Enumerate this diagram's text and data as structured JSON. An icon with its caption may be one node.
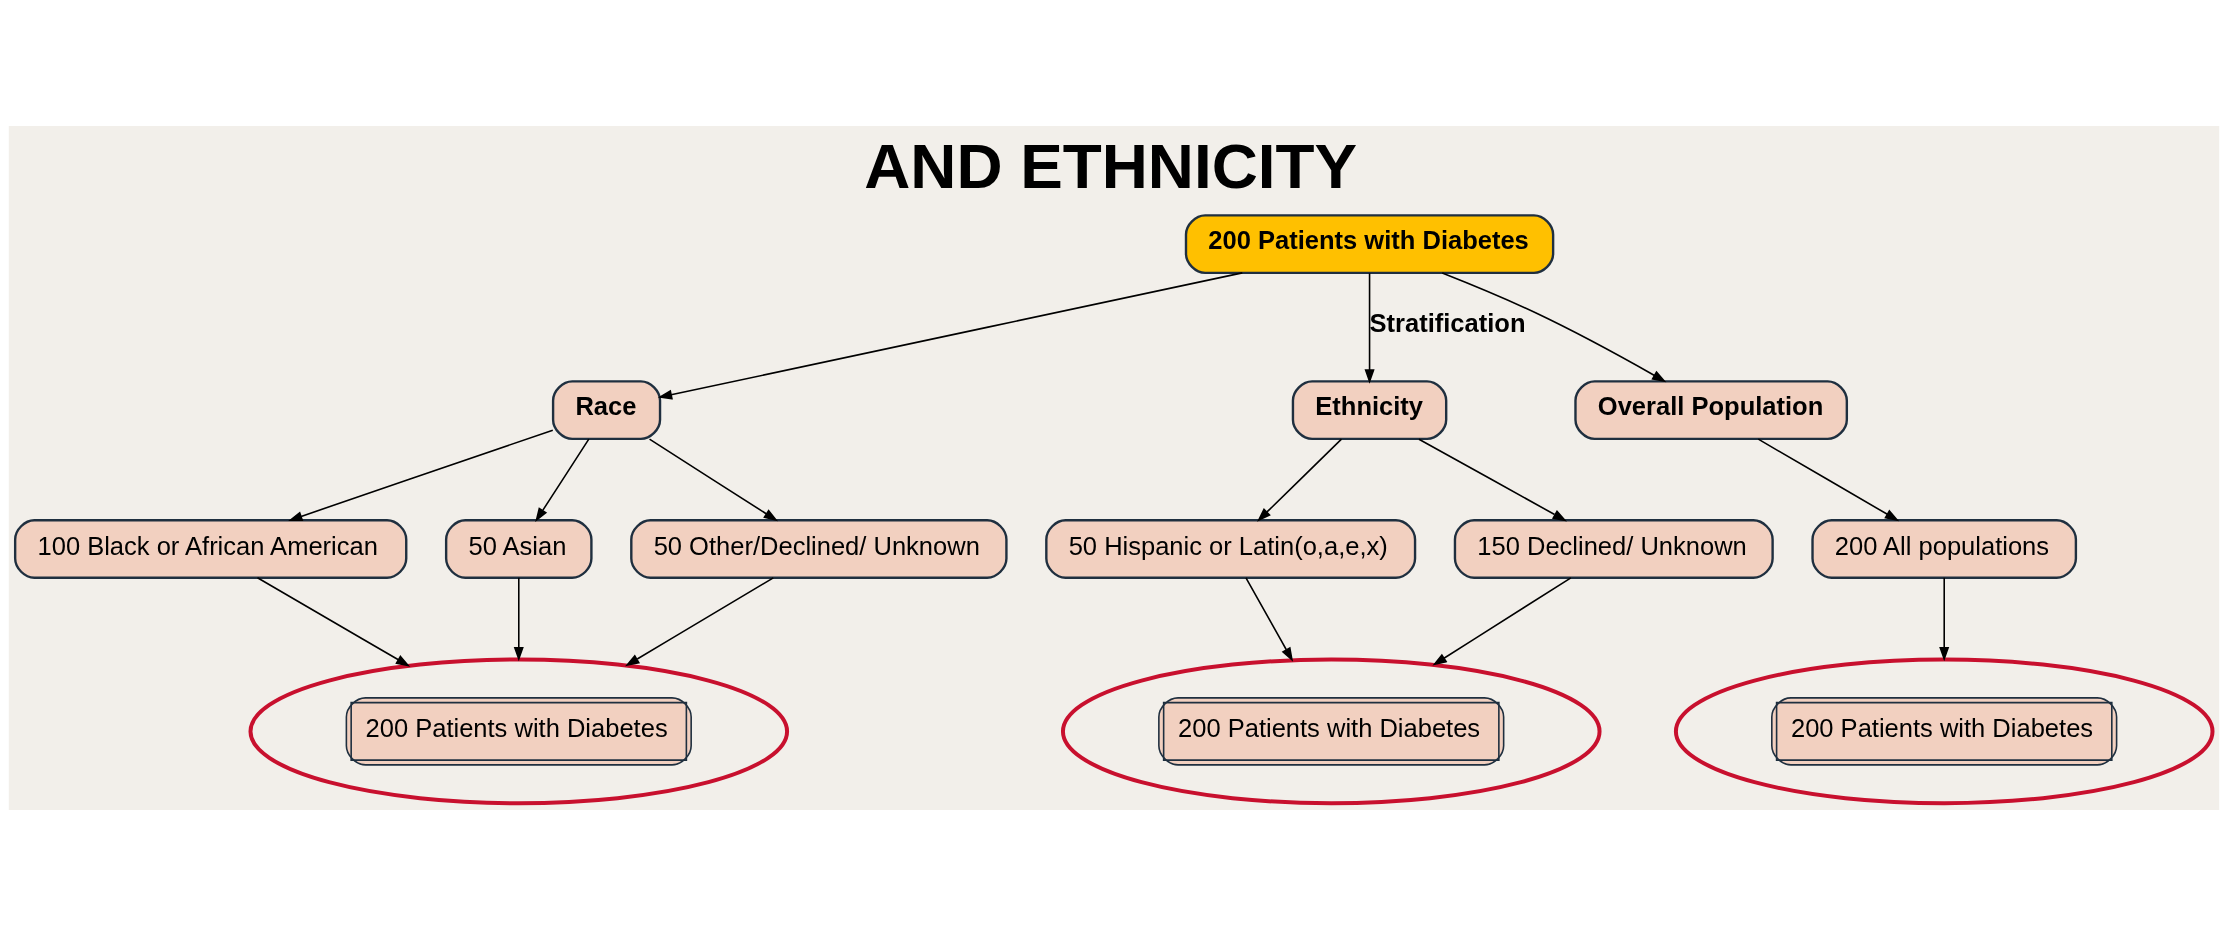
{
  "diagram": {
    "title": "AND ETHNICITY",
    "nodes": [
      {
        "text": [
          "200 Patients with Diabetes"
        ]
      },
      {
        "text": [
          "Race"
        ]
      },
      {
        "text": [
          "Ethnicity"
        ]
      },
      {
        "text": [
          "Overall Population"
        ]
      },
      {
        "text": [
          "100 Black or African American"
        ]
      },
      {
        "text": [
          "50 Asian"
        ]
      },
      {
        "text": [
          "50 Other/Declined/ Unknown"
        ]
      },
      {
        "text": [
          "50 Hispanic or Latin(o,a,e,x)"
        ]
      },
      {
        "text": [
          "150 Declined/ Unknown"
        ]
      },
      {
        "text": [
          "200 All populations"
        ]
      },
      {
        "text": [
          "200 Patients with Diabetes"
        ]
      },
      {
        "text": [
          "200 Patients with Diabetes"
        ]
      },
      {
        "text": [
          "200 Patients with Diabetes"
        ]
      }
    ],
    "edges": [
      {
        "from": 0,
        "to": 1,
        "arrow": "to"
      },
      {
        "from": 0,
        "to": 2,
        "arrow": "to",
        "label": "Stratification"
      },
      {
        "from": 0,
        "to": 3,
        "arrow": "to"
      },
      {
        "from": 1,
        "to": 4,
        "arrow": "to"
      },
      {
        "from": 1,
        "to": 5,
        "arrow": "to"
      },
      {
        "from": 1,
        "to": 6,
        "arrow": "to"
      },
      {
        "from": 2,
        "to": 7,
        "arrow": "to"
      },
      {
        "from": 2,
        "to": 8,
        "arrow": "to"
      },
      {
        "from": 3,
        "to": 9,
        "arrow": "to"
      },
      {
        "from": 4,
        "to": 10,
        "arrow": "to"
      },
      {
        "from": 5,
        "to": 10,
        "arrow": "to"
      },
      {
        "from": 6,
        "to": 10,
        "arrow": "to"
      },
      {
        "from": 7,
        "to": 11,
        "arrow": "to"
      },
      {
        "from": 8,
        "to": 11,
        "arrow": "to"
      },
      {
        "from": 9,
        "to": 12,
        "arrow": "to"
      }
    ]
  }
}
